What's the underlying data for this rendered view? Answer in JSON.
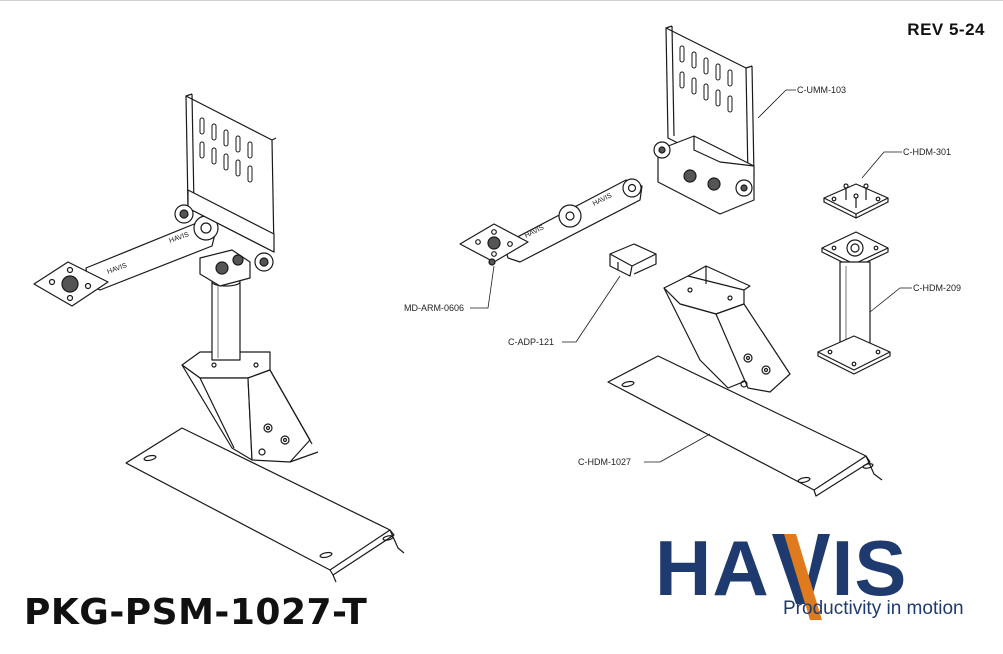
{
  "document": {
    "revision": "REV 5-24",
    "part_number": "PKG-PSM-1027-T"
  },
  "brand": {
    "name_left": "HA",
    "name_right": "IS",
    "tagline": "Productivity in motion",
    "colors": {
      "navy": "#1f3a6e",
      "orange": "#e07a1f",
      "line": "#1a1a1a"
    }
  },
  "callouts": [
    {
      "id": "umm",
      "label": "C-UMM-103"
    },
    {
      "id": "hdm301",
      "label": "C-HDM-301"
    },
    {
      "id": "arm",
      "label": "MD-ARM-0606"
    },
    {
      "id": "adp",
      "label": "C-ADP-121"
    },
    {
      "id": "hdm209",
      "label": "C-HDM-209"
    },
    {
      "id": "hdm1027",
      "label": "C-HDM-1027"
    }
  ]
}
